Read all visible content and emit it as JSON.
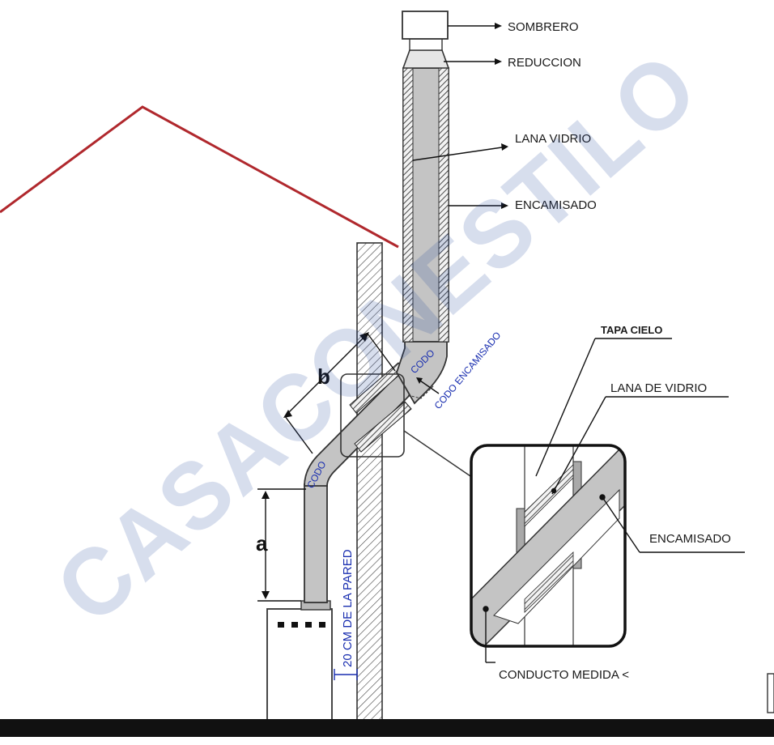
{
  "labels": {
    "sombrero": "SOMBRERO",
    "reduccion": "REDUCCION",
    "lana_vidrio": "LANA VIDRIO",
    "encamisado_top": "ENCAMISADO",
    "tapa_cielo": "TAPA CIELO",
    "lana_de_vidrio": "LANA DE VIDRIO",
    "encamisado_detail": "ENCAMISADO",
    "conducto_medida": "CONDUCTO MEDIDA <",
    "codo_upper": "CODO",
    "codo_lower": "CODO",
    "codo_encamisado": "CODO ENCAMISADO",
    "wall_distance": "20 CM DE LA PARED",
    "dim_a": "a",
    "dim_b": "b"
  },
  "watermark": "CASACONESTILO",
  "colors": {
    "roof": "#b0282d",
    "pipe": "#c4c4c4",
    "pipe_outline": "#333333",
    "annotation_blue": "#1a2fb0",
    "watermark": "#1a3f9a",
    "floor": "#111111"
  }
}
